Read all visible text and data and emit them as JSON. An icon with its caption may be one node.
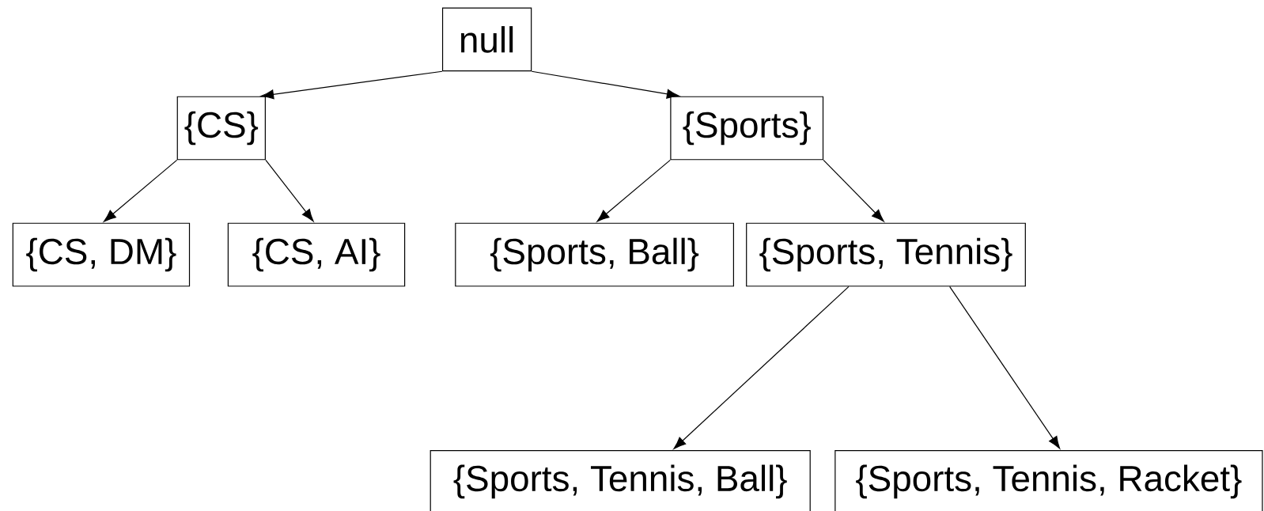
{
  "diagram": {
    "nodes": [
      {
        "text": [
          "null"
        ]
      },
      {
        "text": [
          "{CS}"
        ]
      },
      {
        "text": [
          "{Sports}"
        ]
      },
      {
        "text": [
          "{CS, DM}"
        ]
      },
      {
        "text": [
          "{CS, AI}"
        ]
      },
      {
        "text": [
          "{Sports, Ball}"
        ]
      },
      {
        "text": [
          "{Sports, Tennis}"
        ]
      },
      {
        "text": [
          "{Sports, Tennis, Ball}"
        ]
      },
      {
        "text": [
          "{Sports, Tennis, Racket}"
        ]
      }
    ],
    "edges": [
      {
        "from": 0,
        "to": 1,
        "arrow": "to"
      },
      {
        "from": 0,
        "to": 2,
        "arrow": "to"
      },
      {
        "from": 1,
        "to": 3,
        "arrow": "to"
      },
      {
        "from": 1,
        "to": 4,
        "arrow": "to"
      },
      {
        "from": 2,
        "to": 5,
        "arrow": "to"
      },
      {
        "from": 2,
        "to": 6,
        "arrow": "to"
      },
      {
        "from": 6,
        "to": 7,
        "arrow": "to"
      },
      {
        "from": 6,
        "to": 8,
        "arrow": "to"
      }
    ]
  }
}
